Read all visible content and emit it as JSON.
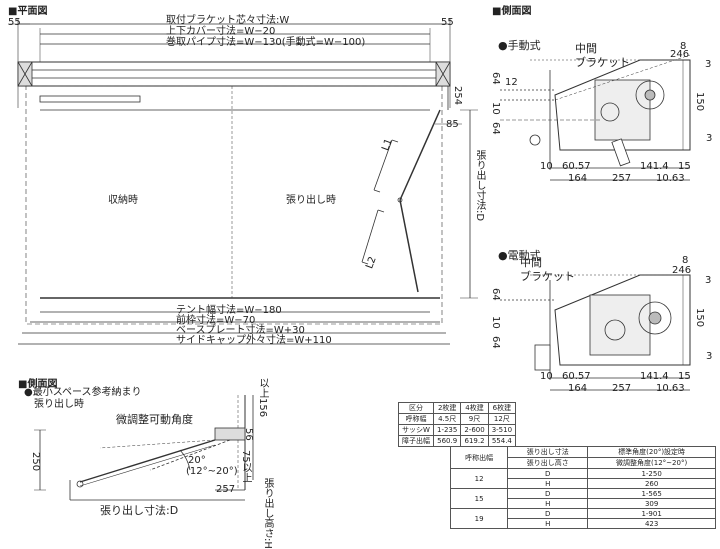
{
  "plan": {
    "heading": "■平面図",
    "dim_left": "55",
    "dim_right": "55",
    "dim_lines": [
      "取付ブラケット芯々寸法:W",
      "上下カバー寸法=W−20",
      "巻取パイプ寸法=W−130(手動式=W−100)"
    ],
    "bottom_lines": [
      "テント幅寸法=W−180",
      "前枠寸法=W−70",
      "ベースプレート寸法=W+30",
      "サイドキャップ外々寸法=W+110"
    ],
    "label_stored": "収納時",
    "label_extended": "張り出し時",
    "label_projection": "張り出し寸法:D",
    "dim_254": "254",
    "dim_85": "85",
    "arm_l1": "L1",
    "arm_l2": "L2"
  },
  "side_top": {
    "heading": "■側面図",
    "manual": {
      "title": "●手動式",
      "bracket": "中間\nブラケット",
      "d246": "246",
      "d8": "8",
      "d3a": "3",
      "d12": "12",
      "d64a": "64",
      "d10": "10",
      "d64b": "64",
      "d150": "150",
      "d3b": "3",
      "d6057": "60.57",
      "d1414": "141.4",
      "d15": "15",
      "d10b": "10",
      "d164": "164",
      "d257": "257",
      "d1063": "10.63"
    },
    "electric": {
      "title": "●電動式",
      "bracket": "中間\nブラケット",
      "d246": "246",
      "d8": "8",
      "d3a": "3",
      "d64a": "64",
      "d10": "10",
      "d64b": "64",
      "d150": "150",
      "d3b": "3",
      "d6057": "60.57",
      "d1414": "141.4",
      "d15": "15",
      "d10b": "10",
      "d164": "164",
      "d257": "257",
      "d1063": "10.63"
    }
  },
  "side_bottom": {
    "heading": "■側面図",
    "note1": "●最小スペース参考納まり",
    "note2": "張り出し時",
    "angle_label": "微調整可動角度",
    "angle_main": "20°",
    "angle_range": "(12°~20°)",
    "projection": "張り出し寸法:D",
    "d250": "250",
    "d257": "257",
    "d56": "56",
    "d156": "156",
    "d75": "75以上",
    "above": "以上",
    "h_label": "張り出し高さ:H"
  },
  "table_count": {
    "headers": [
      "区分",
      "2枚建",
      "4枚建",
      "6枚建"
    ],
    "rows": [
      [
        "呼称幅",
        "4.5尺",
        "9尺",
        "12尺"
      ],
      [
        "サッシW",
        "1-235",
        "2-600",
        "3-510"
      ],
      [
        "障子出幅",
        "560.9",
        "619.2",
        "554.4"
      ]
    ]
  },
  "table_angle": {
    "h1": "呼称出幅",
    "h2a": "張り出し寸法",
    "h2b": "張り出し高さ",
    "h3a": "標準角度(20°)設定時",
    "h3b": "微調整角度(12°~20°)",
    "rows": [
      {
        "w": "12",
        "d": "D",
        "dv": "1-250",
        "h": "H",
        "hv": "260"
      },
      {
        "w": "15",
        "d": "D",
        "dv": "1-565",
        "h": "H",
        "hv": "309"
      },
      {
        "w": "19",
        "d": "D",
        "dv": "1-901",
        "h": "H",
        "hv": "423"
      }
    ]
  }
}
